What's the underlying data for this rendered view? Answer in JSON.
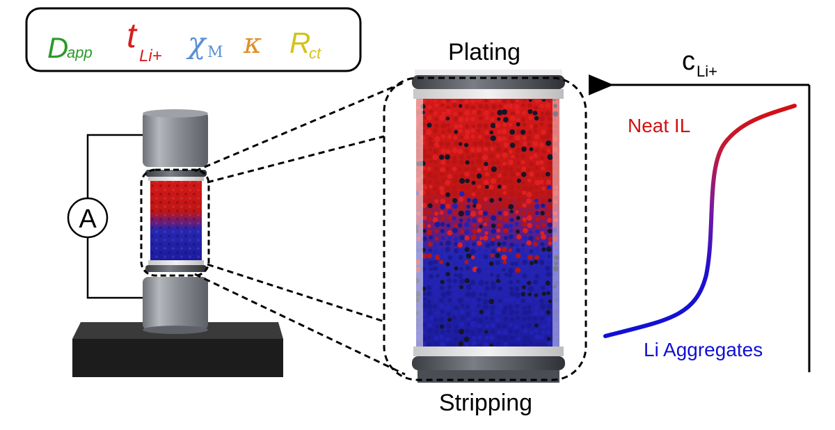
{
  "legend": {
    "symbols": [
      {
        "main": "D",
        "sub": "app",
        "color": "#2a9a2a"
      },
      {
        "main": "t",
        "sub": "Li+",
        "color": "#d42020"
      },
      {
        "main": "χ",
        "sub": "M",
        "color": "#5b8fd4"
      },
      {
        "main": "κ",
        "sub": "",
        "color": "#e0902a"
      },
      {
        "main": "R",
        "sub": "ct",
        "color": "#d4c21a"
      }
    ]
  },
  "cell": {
    "meter_symbol": "A",
    "meter_icon": "ammeter-icon"
  },
  "zoom": {
    "top_label": "Plating",
    "bottom_label": "Stripping",
    "top_color": "#d41010",
    "bottom_color": "#1a1ab8"
  },
  "profile": {
    "axis_label_main": "c",
    "axis_label_sub": "Li+",
    "upper_label": "Neat IL",
    "lower_label": "Li Aggregates",
    "upper_color": "#d41010",
    "lower_color": "#1010d4"
  }
}
